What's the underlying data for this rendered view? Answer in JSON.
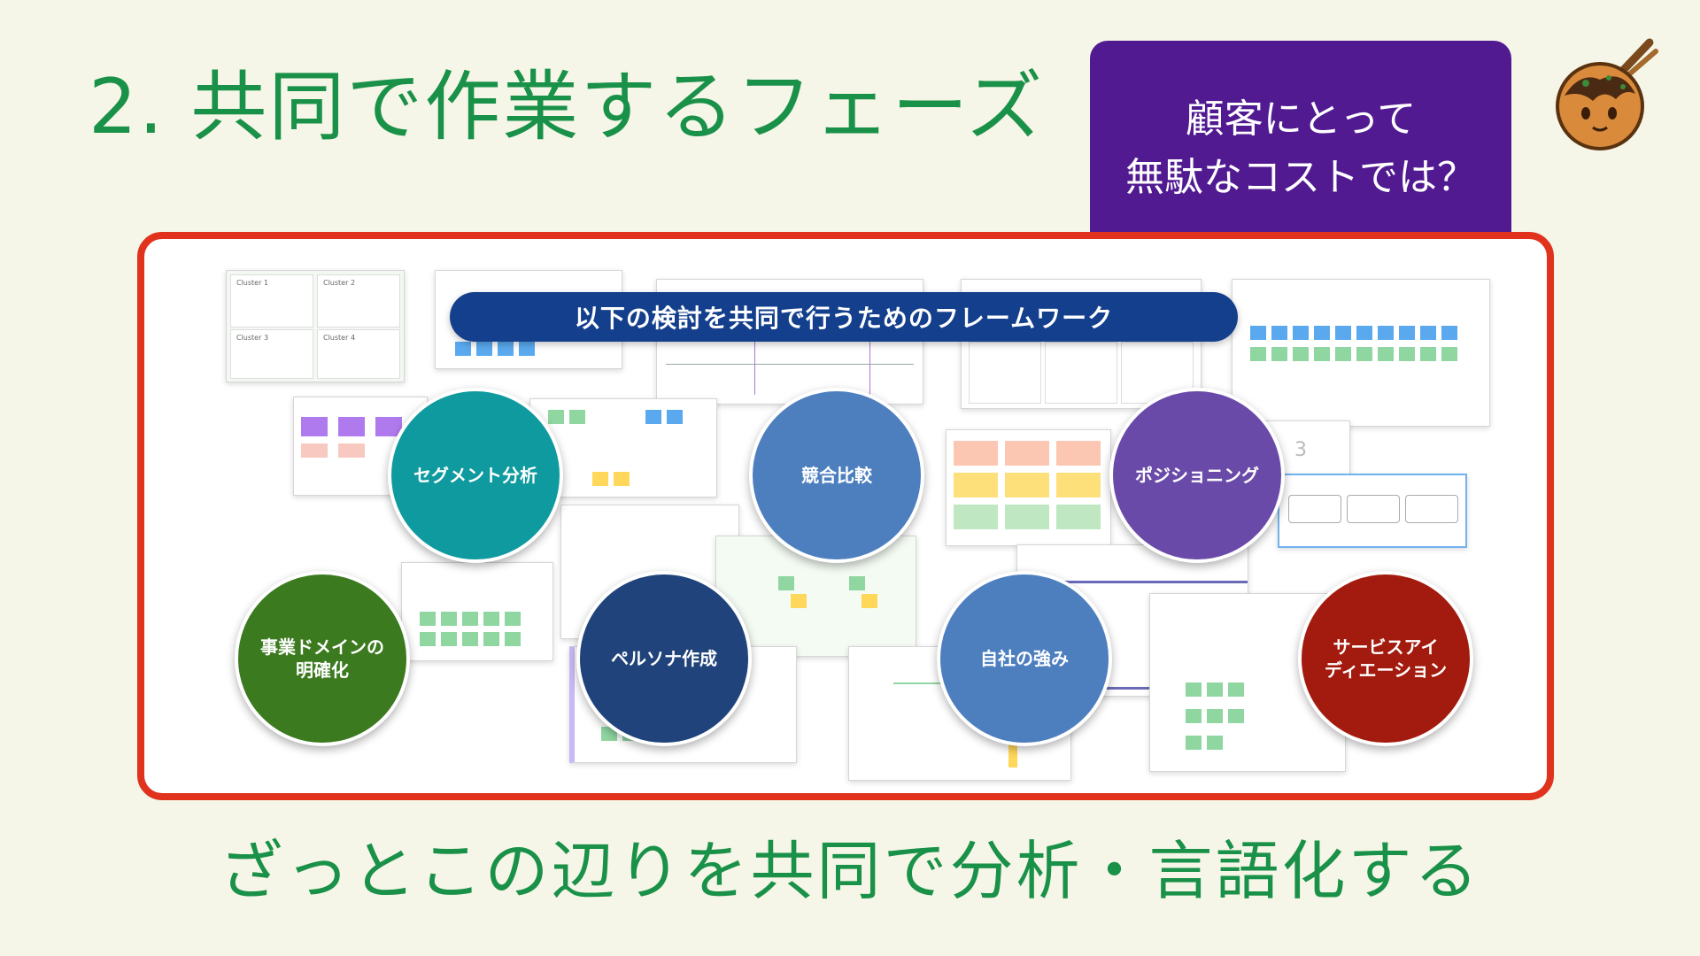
{
  "title": "2. 共同で作業するフェーズ",
  "bubble": {
    "line1": "顧客にとって",
    "line2": "無駄なコストでは？"
  },
  "banner": "以下の検討を共同で行うためのフレームワーク",
  "circles": {
    "segment": "セグメント分析",
    "competitive": "競合比較",
    "positioning": "ポジショニング",
    "domain": "事業ドメインの\n明確化",
    "persona": "ペルソナ作成",
    "strength": "自社の強み",
    "ideation": "サービスアイ\nディエーション"
  },
  "cards": {
    "cluster1": "Cluster 1",
    "cluster2": "Cluster 2",
    "cluster3": "Cluster 3",
    "cluster4": "Cluster 4",
    "card_number": "3"
  },
  "bottom_text": "ざっとこの辺りを共同で分析・言語化する",
  "colors": {
    "title_green": "#1a9148",
    "bubble_purple": "#511a91",
    "frame_red": "#e0321c",
    "banner_blue": "#143f8c",
    "segment": "#0e9a9e",
    "competitive": "#4d7fbf",
    "positioning": "#6a4aa8",
    "domain": "#3b7a1e",
    "persona": "#1f437a",
    "strength": "#4d7fbf",
    "ideation": "#a31b0e"
  },
  "icons": {
    "mascot": "takoyaki-mascot-icon"
  }
}
